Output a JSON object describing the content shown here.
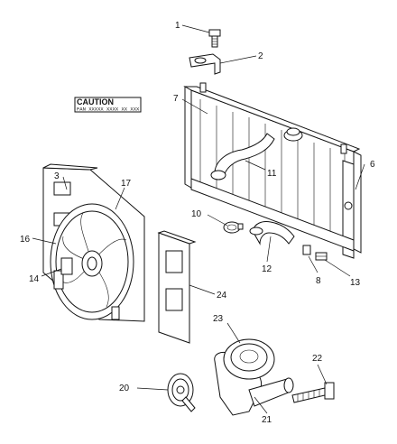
{
  "caution_label": {
    "title": "CAUTION",
    "text": "FAN XXXXX XXXX XX XXX"
  },
  "callouts": [
    {
      "id": "c1",
      "label": "1"
    },
    {
      "id": "c2",
      "label": "2"
    },
    {
      "id": "c3",
      "label": "3"
    },
    {
      "id": "c6",
      "label": "6"
    },
    {
      "id": "c7",
      "label": "7"
    },
    {
      "id": "c8",
      "label": "8"
    },
    {
      "id": "c10",
      "label": "10"
    },
    {
      "id": "c11",
      "label": "11"
    },
    {
      "id": "c12",
      "label": "12"
    },
    {
      "id": "c13",
      "label": "13"
    },
    {
      "id": "c14",
      "label": "14"
    },
    {
      "id": "c16",
      "label": "16"
    },
    {
      "id": "c17",
      "label": "17"
    },
    {
      "id": "c20",
      "label": "20"
    },
    {
      "id": "c21",
      "label": "21"
    },
    {
      "id": "c22",
      "label": "22"
    },
    {
      "id": "c23",
      "label": "23"
    },
    {
      "id": "c24",
      "label": "24"
    }
  ]
}
